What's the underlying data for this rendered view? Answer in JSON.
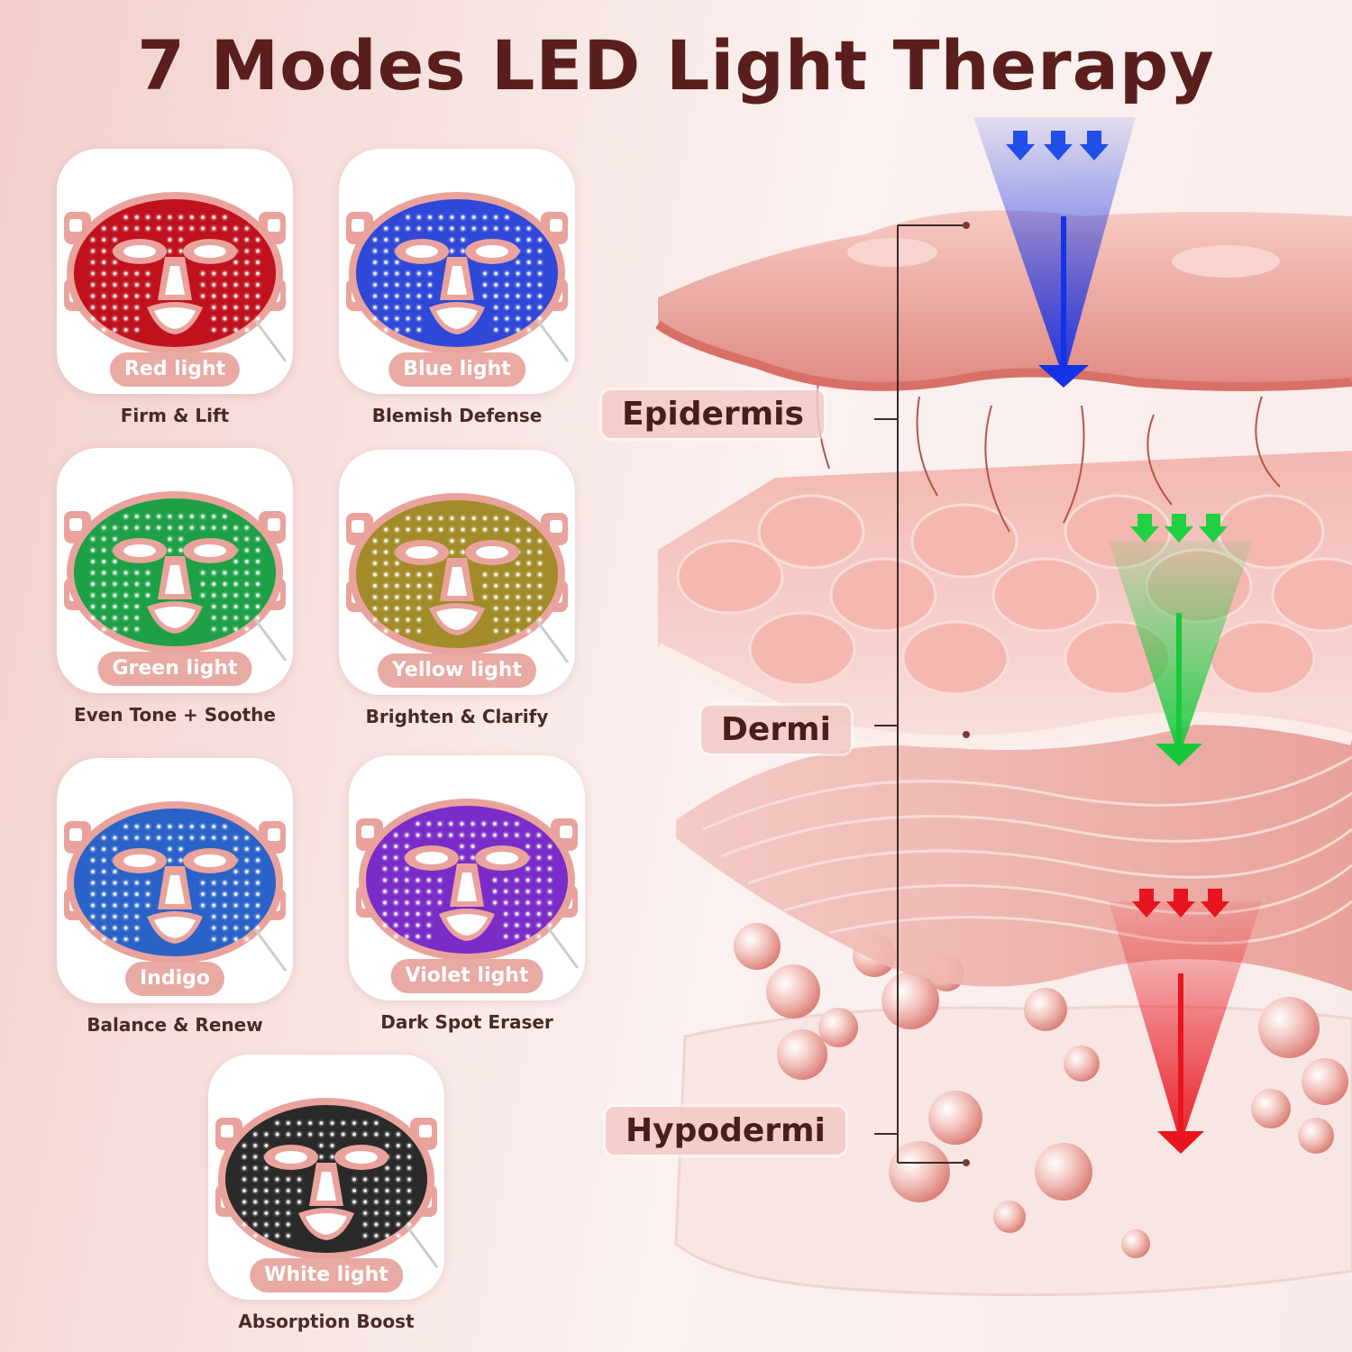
{
  "title": "7 Modes LED Light Therapy",
  "modes": [
    {
      "label": "Red light",
      "benefit": "Firm & Lift",
      "color": "#c0121e"
    },
    {
      "label": "Blue light",
      "benefit": "Blemish Defense",
      "color": "#2f48d8"
    },
    {
      "label": "Green light",
      "benefit": "Even Tone + Soothe",
      "color": "#1ea046"
    },
    {
      "label": "Yellow light",
      "benefit": "Brighten & Clarify",
      "color": "#a38b2a"
    },
    {
      "label": "Indigo",
      "benefit": "Balance & Renew",
      "color": "#2a62c8"
    },
    {
      "label": "Violet light",
      "benefit": "Dark Spot Eraser",
      "color": "#7a2cc8"
    },
    {
      "label": "White light",
      "benefit": "Absorption Boost",
      "color": "#2a2a2a"
    }
  ],
  "layers": {
    "epidermis": "Epidermis",
    "dermis": "Dermi",
    "hypodermis": "Hypodermi"
  },
  "colors": {
    "title": "#5a1f1c",
    "pill": "#e8aaa3",
    "mask_frame": "#e9a39c",
    "blue_beam": "#1432e6",
    "green_beam": "#16c83a",
    "red_beam": "#e8141e"
  }
}
